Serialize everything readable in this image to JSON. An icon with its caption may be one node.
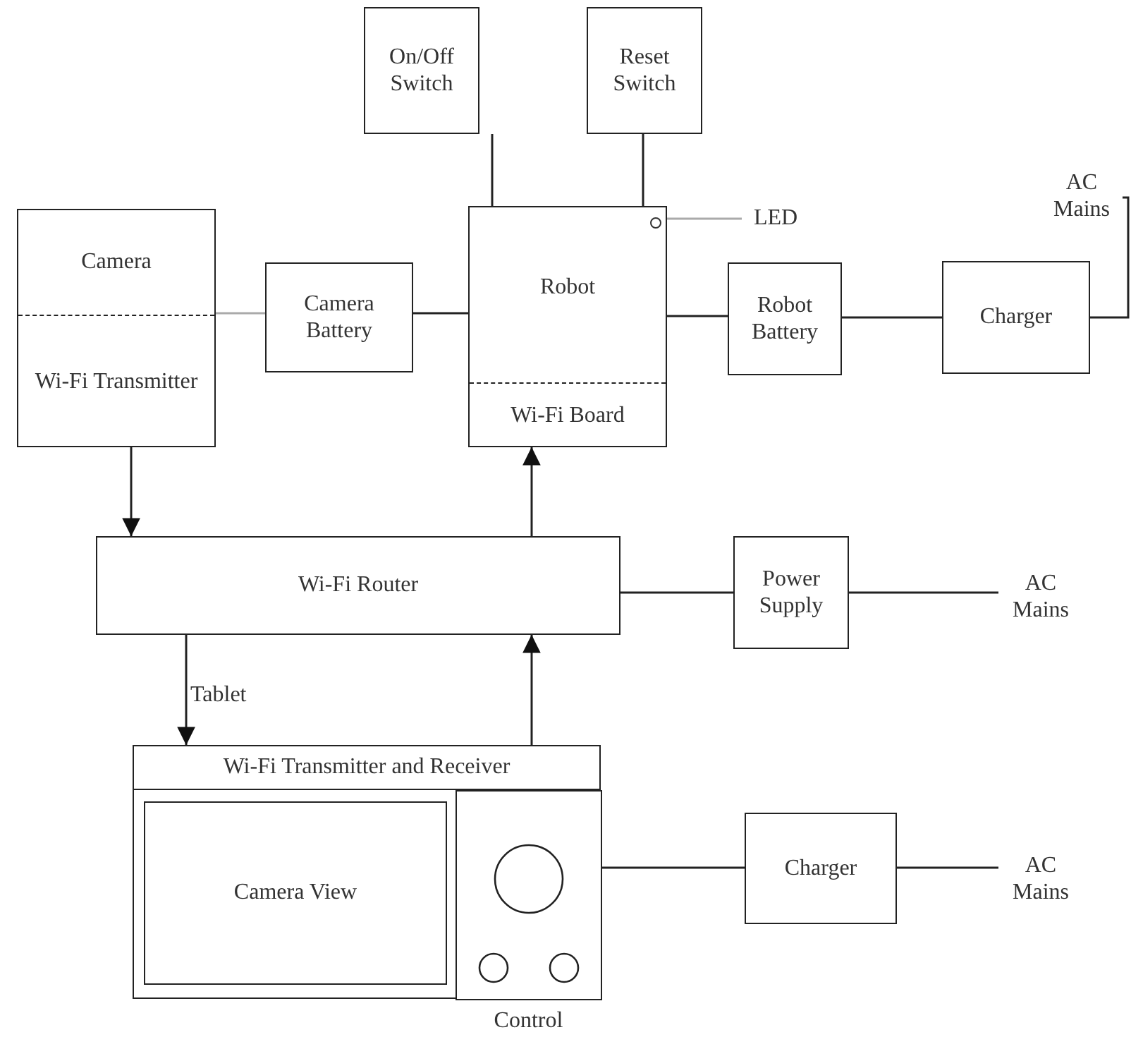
{
  "diagram": {
    "nodes": [
      {
        "text": [
          "On/Off Switch"
        ]
      },
      {
        "text": [
          "Reset Switch"
        ]
      },
      {
        "text": [
          "Camera",
          "Wi-Fi Transmitter"
        ]
      },
      {
        "text": [
          "Camera Battery"
        ]
      },
      {
        "text": [
          "Robot",
          "Wi-Fi Board"
        ]
      },
      {
        "text": [],
        "shape": "circle",
        "in": 4
      },
      {
        "text": [
          "LED"
        ]
      },
      {
        "text": [
          "Robot Battery"
        ]
      },
      {
        "text": [
          "Charger"
        ]
      },
      {
        "text": [
          "AC Mains"
        ]
      },
      {
        "text": [
          "Wi-Fi Router"
        ]
      },
      {
        "text": [
          "Power Supply"
        ]
      },
      {
        "text": [
          "AC Mains"
        ]
      },
      {
        "text": [
          "Wi-Fi Transmitter and Receiver"
        ],
        "beside": [
          "Tablet"
        ]
      },
      {
        "text": [
          "Camera View"
        ],
        "in": 13
      },
      {
        "text": [],
        "shape": "box",
        "in": 13,
        "beside": [
          "Control"
        ]
      },
      {
        "text": [
          "Charger"
        ]
      },
      {
        "text": [
          "AC Mains"
        ]
      }
    ],
    "edges": [
      {
        "from": 0,
        "to": 4,
        "arrow": "none"
      },
      {
        "from": 1,
        "to": 4,
        "arrow": "none"
      },
      {
        "from": 2,
        "to": 3,
        "arrow": "none",
        "color": "#aaaaaa"
      },
      {
        "from": 3,
        "to": 4,
        "arrow": "none"
      },
      {
        "from": 6,
        "to": 5,
        "arrow": "none",
        "color": "#aaaaaa"
      },
      {
        "from": 4,
        "to": 7,
        "arrow": "none"
      },
      {
        "from": 7,
        "to": 8,
        "arrow": "none"
      },
      {
        "from": 8,
        "to": 9,
        "arrow": "none"
      },
      {
        "from": 2,
        "to": 10,
        "arrow": "to"
      },
      {
        "from": 10,
        "to": 4,
        "arrow": "to"
      },
      {
        "from": 10,
        "to": 13,
        "arrow": "to"
      },
      {
        "from": 13,
        "to": 10,
        "arrow": "to"
      },
      {
        "from": 10,
        "to": 11,
        "arrow": "none"
      },
      {
        "from": 11,
        "to": 12,
        "arrow": "none"
      },
      {
        "from": 15,
        "to": 16,
        "arrow": "none"
      },
      {
        "from": 16,
        "to": 17,
        "arrow": "none"
      }
    ]
  }
}
